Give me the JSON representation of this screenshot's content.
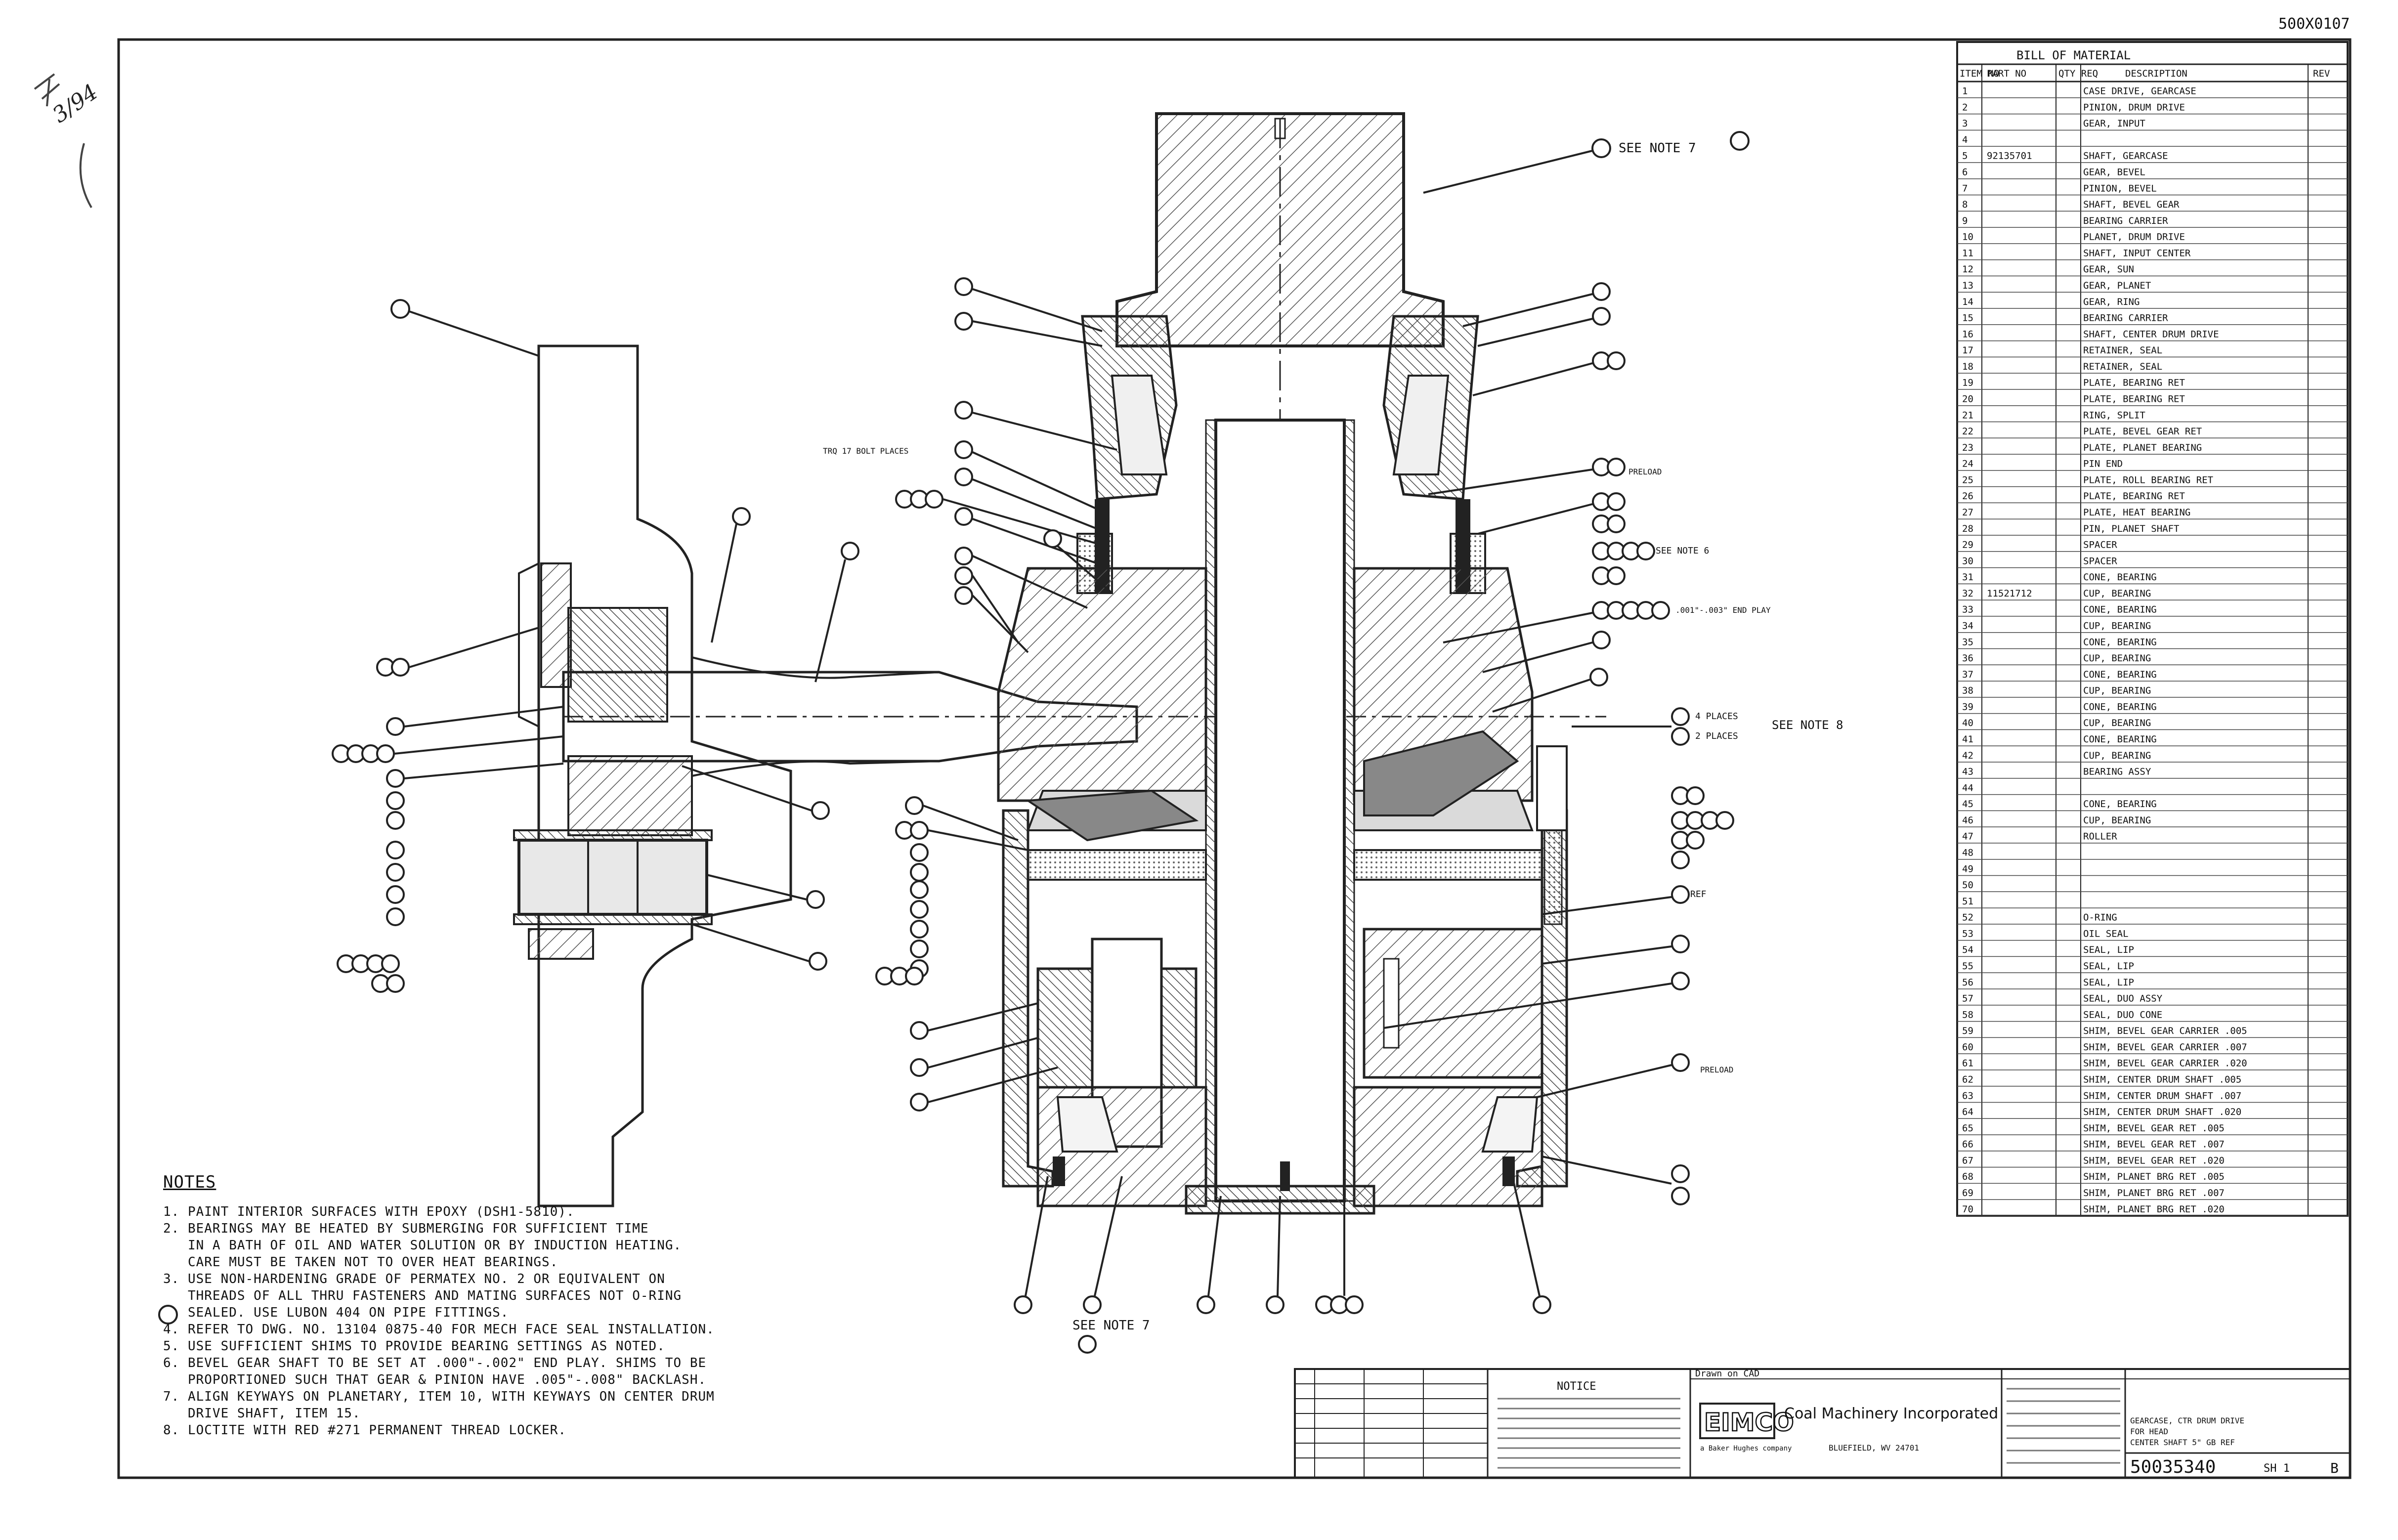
{
  "doc_number_top": "500X0107",
  "handwritten_note": "3/94",
  "bom": {
    "title": "BILL OF MATERIAL",
    "headers": [
      "ITEM NO",
      "PART NO",
      "QTY REQ",
      "DESCRIPTION",
      "REV"
    ],
    "rows": [
      {
        "no": "1",
        "desc": "CASE DRIVE, GEARCASE"
      },
      {
        "no": "2",
        "desc": "PINION, DRUM DRIVE"
      },
      {
        "no": "3",
        "desc": "GEAR, INPUT"
      },
      {
        "no": "4",
        "desc": ""
      },
      {
        "no": "5",
        "part": "92135701",
        "desc": "SHAFT, GEARCASE"
      },
      {
        "no": "6",
        "desc": "GEAR, BEVEL"
      },
      {
        "no": "7",
        "desc": "PINION, BEVEL"
      },
      {
        "no": "8",
        "desc": "SHAFT, BEVEL GEAR"
      },
      {
        "no": "9",
        "desc": "BEARING CARRIER"
      },
      {
        "no": "10",
        "desc": "PLANET, DRUM DRIVE"
      },
      {
        "no": "11",
        "desc": "SHAFT, INPUT CENTER"
      },
      {
        "no": "12",
        "desc": "GEAR, SUN"
      },
      {
        "no": "13",
        "desc": "GEAR, PLANET"
      },
      {
        "no": "14",
        "desc": "GEAR, RING"
      },
      {
        "no": "15",
        "desc": "BEARING CARRIER"
      },
      {
        "no": "16",
        "desc": "SHAFT, CENTER DRUM DRIVE"
      },
      {
        "no": "17",
        "desc": "RETAINER, SEAL"
      },
      {
        "no": "18",
        "desc": "RETAINER, SEAL"
      },
      {
        "no": "19",
        "desc": "PLATE, BEARING RET"
      },
      {
        "no": "20",
        "desc": "PLATE, BEARING RET"
      },
      {
        "no": "21",
        "desc": "RING, SPLIT"
      },
      {
        "no": "22",
        "desc": "PLATE, BEVEL GEAR RET"
      },
      {
        "no": "23",
        "desc": "PLATE, PLANET BEARING"
      },
      {
        "no": "24",
        "desc": "PIN END"
      },
      {
        "no": "25",
        "desc": "PLATE, ROLL BEARING RET"
      },
      {
        "no": "26",
        "desc": "PLATE, BEARING RET"
      },
      {
        "no": "27",
        "desc": "PLATE, HEAT BEARING"
      },
      {
        "no": "28",
        "desc": "PIN, PLANET SHAFT"
      },
      {
        "no": "29",
        "desc": "SPACER"
      },
      {
        "no": "30",
        "desc": "SPACER"
      },
      {
        "no": "31",
        "desc": "CONE, BEARING"
      },
      {
        "no": "32",
        "part": "11521712",
        "desc": "CUP, BEARING"
      },
      {
        "no": "33",
        "desc": "CONE, BEARING"
      },
      {
        "no": "34",
        "desc": "CUP, BEARING"
      },
      {
        "no": "35",
        "desc": "CONE, BEARING"
      },
      {
        "no": "36",
        "desc": "CUP, BEARING"
      },
      {
        "no": "37",
        "desc": "CONE, BEARING"
      },
      {
        "no": "38",
        "desc": "CUP, BEARING"
      },
      {
        "no": "39",
        "desc": "CONE, BEARING"
      },
      {
        "no": "40",
        "desc": "CUP, BEARING"
      },
      {
        "no": "41",
        "desc": "CONE, BEARING"
      },
      {
        "no": "42",
        "desc": "CUP, BEARING"
      },
      {
        "no": "43",
        "desc": "BEARING ASSY"
      },
      {
        "no": "44",
        "desc": ""
      },
      {
        "no": "45",
        "desc": "CONE, BEARING"
      },
      {
        "no": "46",
        "desc": "CUP, BEARING"
      },
      {
        "no": "47",
        "desc": "ROLLER"
      },
      {
        "no": "48",
        "desc": ""
      },
      {
        "no": "49",
        "desc": ""
      },
      {
        "no": "50",
        "desc": ""
      },
      {
        "no": "51",
        "desc": ""
      },
      {
        "no": "52",
        "desc": "O-RING"
      },
      {
        "no": "53",
        "desc": "OIL SEAL"
      },
      {
        "no": "54",
        "desc": "SEAL, LIP"
      },
      {
        "no": "55",
        "desc": "SEAL, LIP"
      },
      {
        "no": "56",
        "desc": "SEAL, LIP"
      },
      {
        "no": "57",
        "desc": "SEAL, DUO ASSY"
      },
      {
        "no": "58",
        "desc": "SEAL, DUO CONE"
      },
      {
        "no": "59",
        "desc": "SHIM, BEVEL GEAR CARRIER .005"
      },
      {
        "no": "60",
        "desc": "SHIM, BEVEL GEAR CARRIER .007"
      },
      {
        "no": "61",
        "desc": "SHIM, BEVEL GEAR CARRIER .020"
      },
      {
        "no": "62",
        "desc": "SHIM, CENTER DRUM SHAFT .005"
      },
      {
        "no": "63",
        "desc": "SHIM, CENTER DRUM SHAFT .007"
      },
      {
        "no": "64",
        "desc": "SHIM, CENTER DRUM SHAFT .020"
      },
      {
        "no": "65",
        "desc": "SHIM, BEVEL GEAR RET .005"
      },
      {
        "no": "66",
        "desc": "SHIM, BEVEL GEAR RET .007"
      },
      {
        "no": "67",
        "desc": "SHIM, BEVEL GEAR RET .020"
      },
      {
        "no": "68",
        "desc": "SHIM, PLANET BRG RET .005"
      },
      {
        "no": "69",
        "desc": "SHIM, PLANET BRG RET .007"
      },
      {
        "no": "70",
        "desc": "SHIM, PLANET BRG RET .020"
      }
    ]
  },
  "callouts": {
    "see_note_7_top": "SEE NOTE 7",
    "torque": "TRQ 17 BOLT PLACES",
    "see_note_6": "SEE NOTE 6",
    "see_note_8": "SEE NOTE 8",
    "places_4": "4 PLACES",
    "places_2": "2 PLACES",
    "ref": "REF",
    "see_note_7_bottom": "SEE NOTE 7",
    "preload_1": "PRELOAD",
    "preload_2": "PRELOAD",
    "end_play": ".001\"-.003\" END PLAY"
  },
  "notes": {
    "title": "NOTES",
    "items": [
      "1. PAINT INTERIOR SURFACES WITH EPOXY (DSH1-5810).",
      "2. BEARINGS MAY BE HEATED BY SUBMERGING FOR SUFFICIENT TIME\n   IN A BATH OF OIL AND WATER SOLUTION OR BY INDUCTION HEATING.\n   CARE MUST BE TAKEN NOT TO OVER HEAT BEARINGS.",
      "3. USE NON-HARDENING GRADE OF PERMATEX NO. 2 OR EQUIVALENT ON\n   THREADS OF ALL THRU FASTENERS AND MATING SURFACES NOT O-RING\n   SEALED. USE LUBON 404 ON PIPE FITTINGS.",
      "4. REFER TO DWG. NO. 13104 0875-40 FOR MECH FACE SEAL INSTALLATION.",
      "5. USE SUFFICIENT SHIMS TO PROVIDE BEARING SETTINGS AS NOTED.",
      "6. BEVEL GEAR SHAFT TO BE SET AT .000\"-.002\" END PLAY. SHIMS TO BE\n   PROPORTIONED SUCH THAT GEAR & PINION HAVE .005\"-.008\" BACKLASH.",
      "7. ALIGN KEYWAYS ON PLANETARY, ITEM 10, WITH KEYWAYS ON CENTER DRUM\n   DRIVE SHAFT, ITEM 15.",
      "8. LOCTITE WITH RED #271 PERMANENT THREAD LOCKER."
    ]
  },
  "title_block": {
    "notice_title": "NOTICE",
    "company_logo": "EIMCO",
    "company_sub": "a Baker Hughes company",
    "company_name": "Coal Machinery Incorporated",
    "company_city": "BLUEFIELD, WV 24701",
    "drawn_label": "Drawn on CAD",
    "title_lines": [
      "GEARCASE, CTR DRUM DRIVE",
      "FOR HEAD",
      "CENTER SHAFT 5\" GB REF"
    ],
    "dwg_no": "50035340",
    "sheet_label": "SH 1",
    "rev": "B"
  }
}
